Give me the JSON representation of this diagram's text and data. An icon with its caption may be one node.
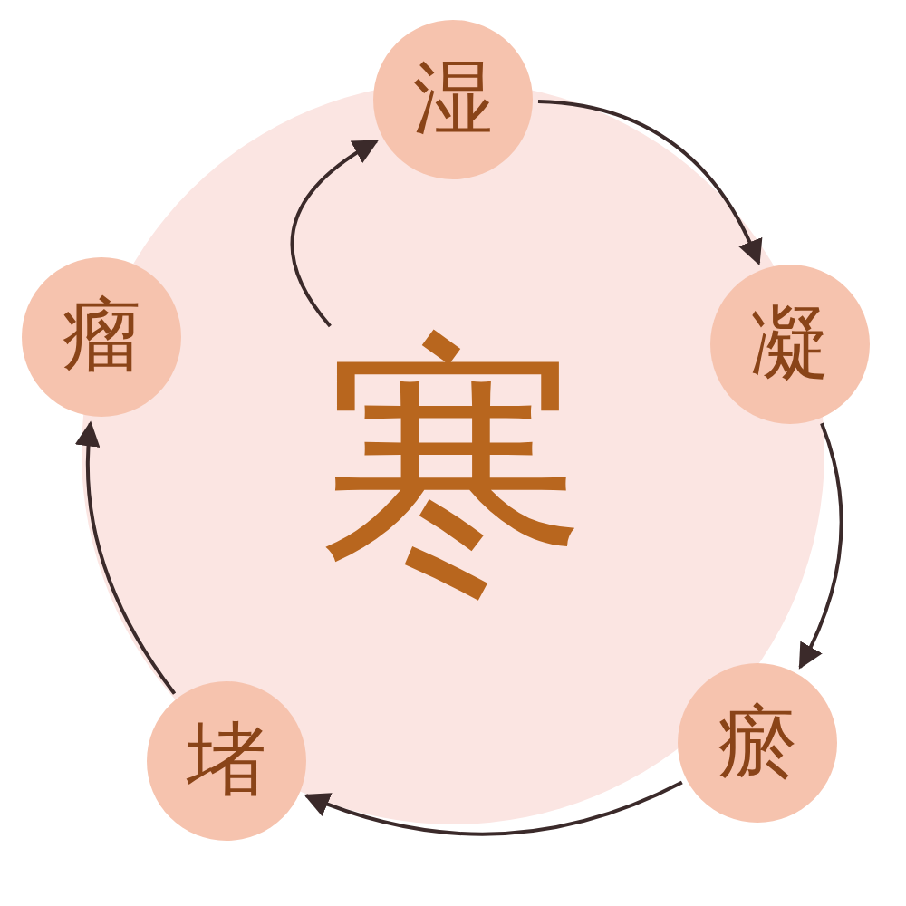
{
  "diagram": {
    "nodes": [
      {
        "text": [
          "寒"
        ]
      },
      {
        "text": [
          "湿"
        ]
      },
      {
        "text": [
          "凝"
        ]
      },
      {
        "text": [
          "瘀"
        ]
      },
      {
        "text": [
          "堵"
        ]
      },
      {
        "text": [
          "瘤"
        ]
      }
    ],
    "edges": [
      {
        "from": 1,
        "to": 2,
        "arrow": "to"
      },
      {
        "from": 2,
        "to": 3,
        "arrow": "to"
      },
      {
        "from": 3,
        "to": 4,
        "arrow": "to"
      },
      {
        "from": 4,
        "to": 5,
        "arrow": "to"
      },
      {
        "from": 0,
        "to": 1,
        "arrow": "to"
      }
    ]
  }
}
